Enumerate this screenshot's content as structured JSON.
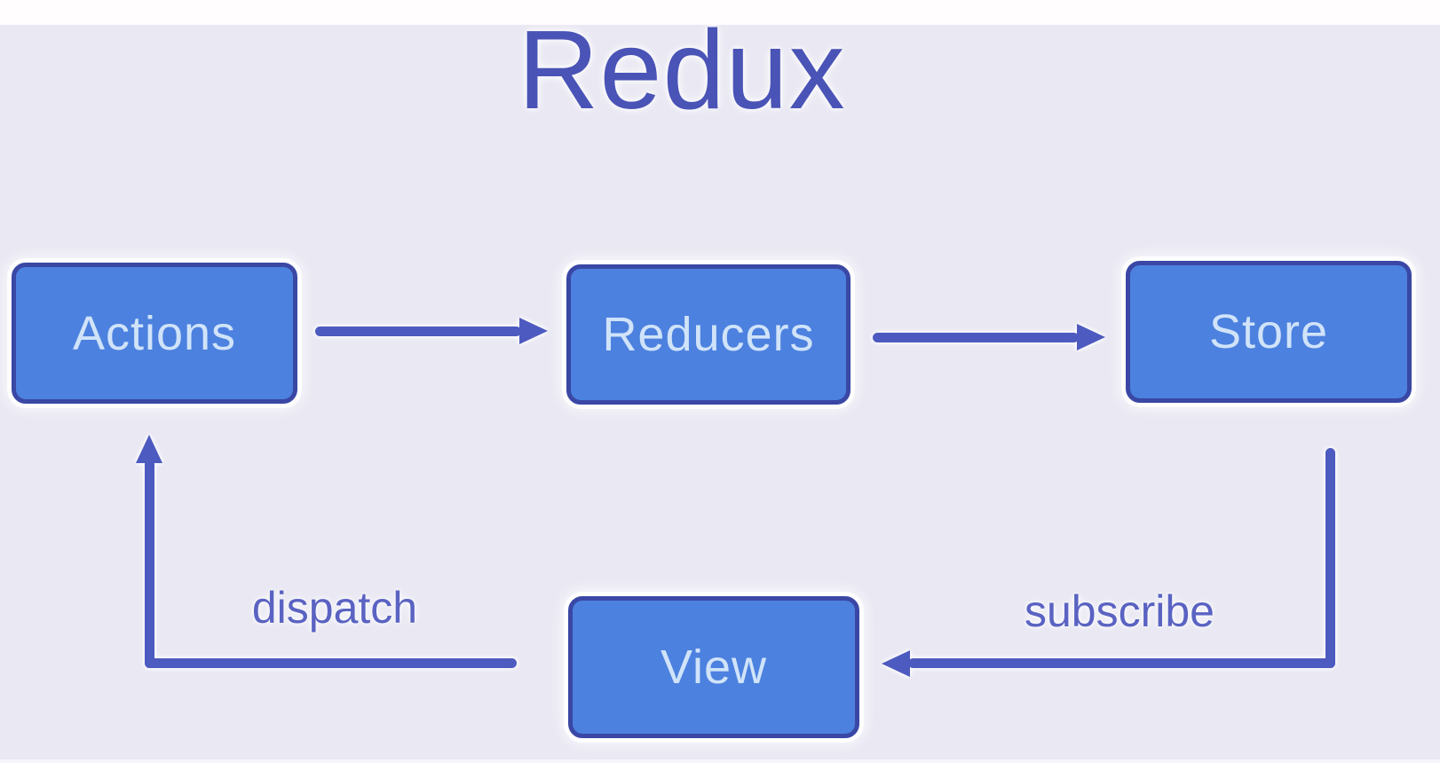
{
  "title": "Redux",
  "nodes": [
    {
      "id": "actions",
      "label": "Actions"
    },
    {
      "id": "reducers",
      "label": "Reducers"
    },
    {
      "id": "store",
      "label": "Store"
    },
    {
      "id": "view",
      "label": "View"
    }
  ],
  "edges": [
    {
      "from": "Actions",
      "to": "Reducers",
      "label": ""
    },
    {
      "from": "Reducers",
      "to": "Store",
      "label": ""
    },
    {
      "from": "Store",
      "to": "View",
      "label": "subscribe"
    },
    {
      "from": "View",
      "to": "Actions",
      "label": "dispatch"
    }
  ],
  "colors": {
    "background": "#e9e8f3",
    "top_strip": "#fffdfe",
    "box_fill": "#4c81df",
    "box_border": "#3a47a5",
    "box_text": "#d0e3f9",
    "arrow": "#4d5abf",
    "title_text": "#4a53b6",
    "label_text": "#5a63c2"
  }
}
